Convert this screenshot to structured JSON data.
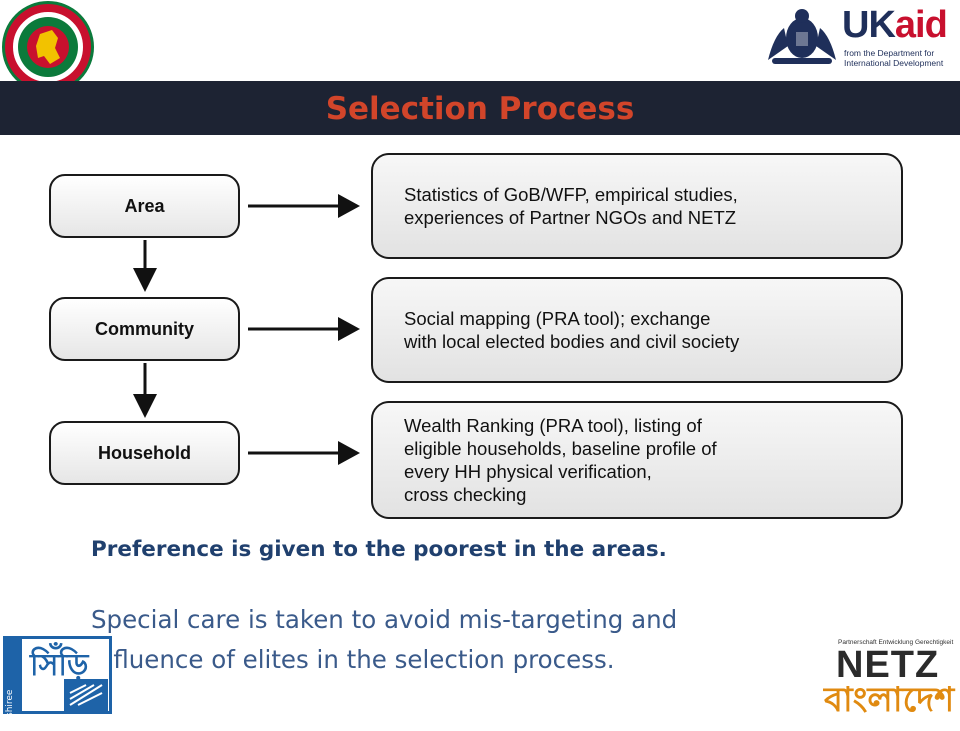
{
  "title": "Selection Process",
  "logos": {
    "gov": "gov-bangladesh-seal",
    "ukaid_uk": "UK",
    "ukaid_aid": "aid",
    "ukaid_sub": "from the Department for International Development",
    "shiree_mark": "shiree",
    "netz_tagline": "Partnerschaft Entwicklung Gerechtigkeit",
    "netz_word": "NETZ"
  },
  "diagram": {
    "levels": [
      {
        "label": "Area",
        "description": "Statistics of GoB/WFP, empirical studies,\nexperiences of Partner NGOs and NETZ"
      },
      {
        "label": "Community",
        "description": "Social mapping (PRA tool); exchange\nwith local elected bodies and civil society"
      },
      {
        "label": "Household",
        "description": "Wealth Ranking (PRA tool), listing of\neligible households, baseline profile of\nevery HH physical verification,\ncross checking"
      }
    ]
  },
  "preference_text": "Preference is given to the poorest in the areas.",
  "care_text": "Special care is taken to avoid mis-targeting and\ninfluence of elites in the selection process.",
  "colors": {
    "title_bar": "#1d2333",
    "title": "#d2452a",
    "preference": "#20406e",
    "care": "#3a5a8a"
  }
}
